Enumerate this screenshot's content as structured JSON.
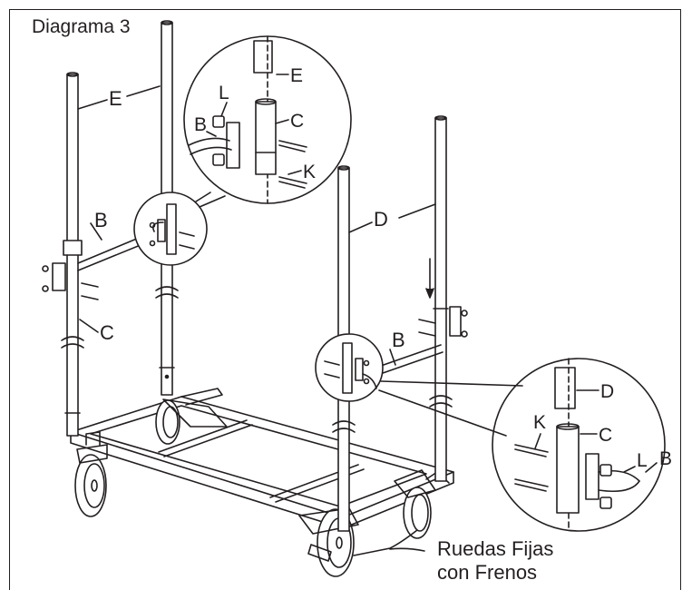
{
  "title": "Diagrama 3",
  "caption": {
    "line1": "Ruedas Fijas",
    "line2": "con Frenos"
  },
  "labels": {
    "E": "E",
    "B": "B",
    "C": "C",
    "D": "D",
    "L": "L",
    "K": "K"
  },
  "colors": {
    "line": "#231f20",
    "background": "#ffffff"
  }
}
